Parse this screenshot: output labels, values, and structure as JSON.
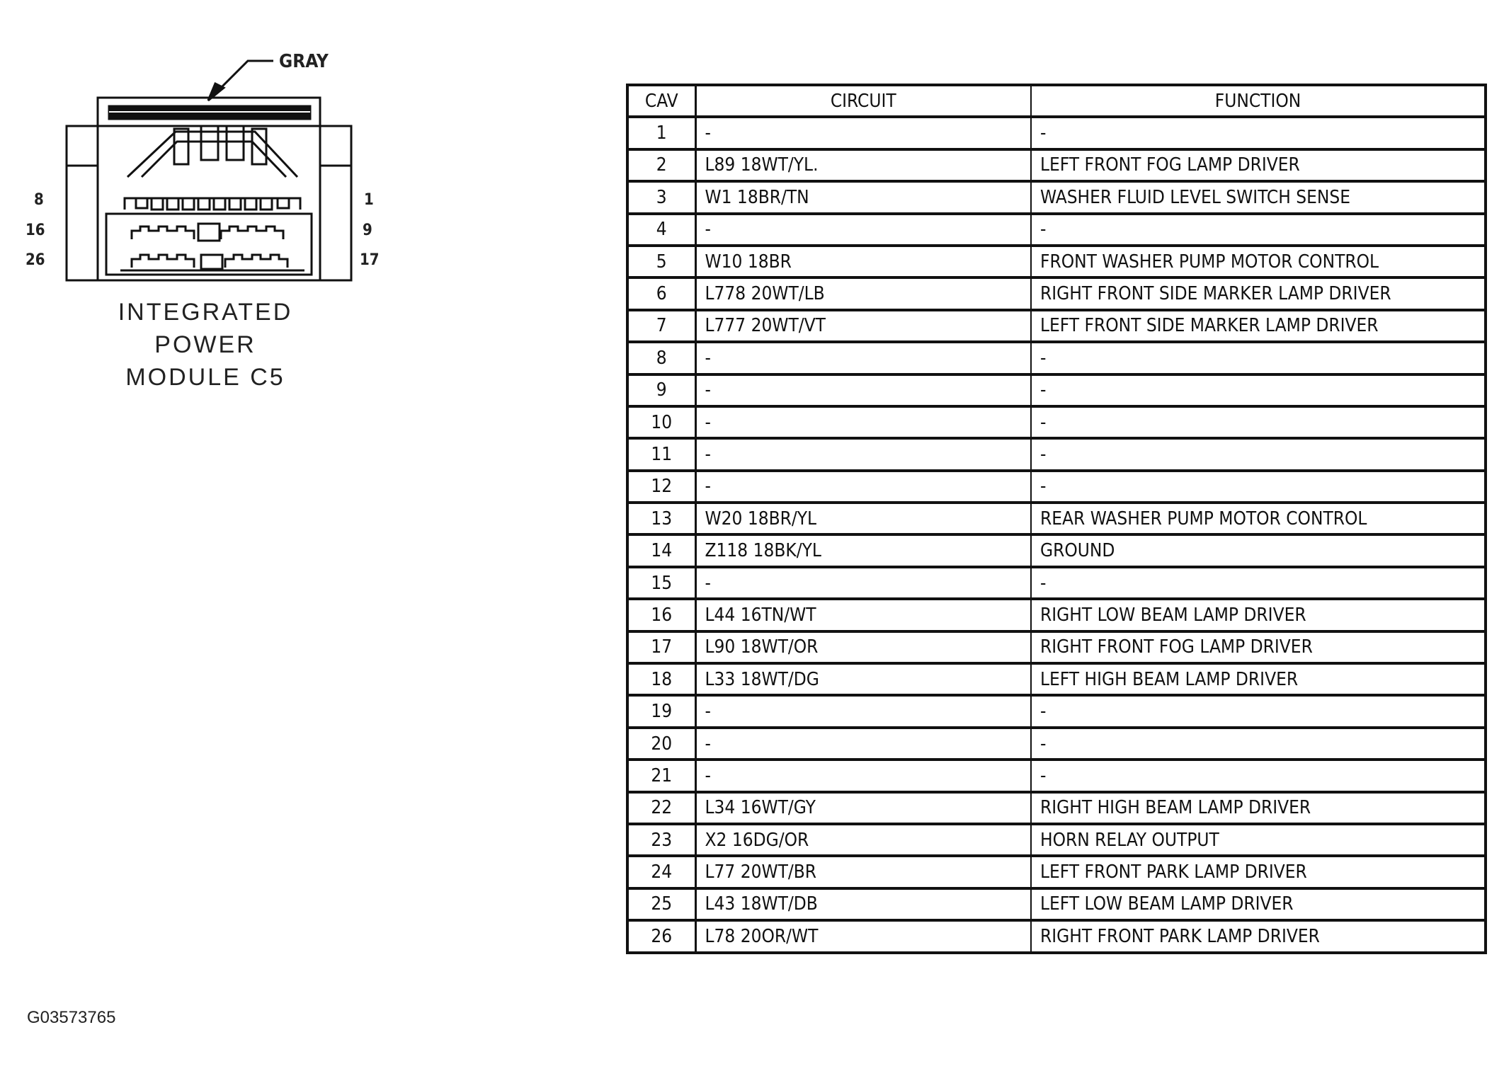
{
  "connector": {
    "color_label": "GRAY",
    "title_lines": [
      "INTEGRATED",
      "POWER",
      "MODULE C5"
    ],
    "pin_labels": {
      "left": [
        "8",
        "16",
        "26"
      ],
      "right": [
        "1",
        "9",
        "17"
      ]
    }
  },
  "table": {
    "headers": [
      "CAV",
      "CIRCUIT",
      "FUNCTION"
    ],
    "rows": [
      {
        "cav": "1",
        "circuit": "-",
        "function": "-"
      },
      {
        "cav": "2",
        "circuit": "L89 18WT/YL.",
        "function": "LEFT FRONT FOG LAMP DRIVER"
      },
      {
        "cav": "3",
        "circuit": "W1 18BR/TN",
        "function": "WASHER FLUID LEVEL SWITCH SENSE"
      },
      {
        "cav": "4",
        "circuit": "-",
        "function": "-"
      },
      {
        "cav": "5",
        "circuit": "W10 18BR",
        "function": "FRONT WASHER PUMP MOTOR CONTROL"
      },
      {
        "cav": "6",
        "circuit": "L778 20WT/LB",
        "function": "RIGHT FRONT SIDE MARKER LAMP DRIVER"
      },
      {
        "cav": "7",
        "circuit": "L777 20WT/VT",
        "function": "LEFT FRONT SIDE MARKER LAMP DRIVER"
      },
      {
        "cav": "8",
        "circuit": "-",
        "function": "-"
      },
      {
        "cav": "9",
        "circuit": "-",
        "function": "-"
      },
      {
        "cav": "10",
        "circuit": "-",
        "function": "-"
      },
      {
        "cav": "11",
        "circuit": "-",
        "function": "-"
      },
      {
        "cav": "12",
        "circuit": "-",
        "function": "-"
      },
      {
        "cav": "13",
        "circuit": "W20 18BR/YL",
        "function": "REAR WASHER PUMP MOTOR CONTROL"
      },
      {
        "cav": "14",
        "circuit": "Z118 18BK/YL",
        "function": "GROUND"
      },
      {
        "cav": "15",
        "circuit": "-",
        "function": "-"
      },
      {
        "cav": "16",
        "circuit": "L44 16TN/WT",
        "function": "RIGHT LOW BEAM LAMP DRIVER"
      },
      {
        "cav": "17",
        "circuit": "L90 18WT/OR",
        "function": "RIGHT FRONT FOG LAMP DRIVER"
      },
      {
        "cav": "18",
        "circuit": "L33 18WT/DG",
        "function": "LEFT HIGH BEAM LAMP DRIVER"
      },
      {
        "cav": "19",
        "circuit": "-",
        "function": "-"
      },
      {
        "cav": "20",
        "circuit": "-",
        "function": "-"
      },
      {
        "cav": "21",
        "circuit": "-",
        "function": "-"
      },
      {
        "cav": "22",
        "circuit": "L34 16WT/GY",
        "function": "RIGHT HIGH BEAM LAMP DRIVER"
      },
      {
        "cav": "23",
        "circuit": "X2 16DG/OR",
        "function": "HORN RELAY OUTPUT"
      },
      {
        "cav": "24",
        "circuit": "L77 20WT/BR",
        "function": "LEFT FRONT PARK LAMP DRIVER"
      },
      {
        "cav": "25",
        "circuit": "L43 18WT/DB",
        "function": "LEFT LOW BEAM LAMP DRIVER"
      },
      {
        "cav": "26",
        "circuit": "L78 20OR/WT",
        "function": "RIGHT FRONT PARK LAMP DRIVER"
      }
    ]
  },
  "figure_id": "G03573765"
}
